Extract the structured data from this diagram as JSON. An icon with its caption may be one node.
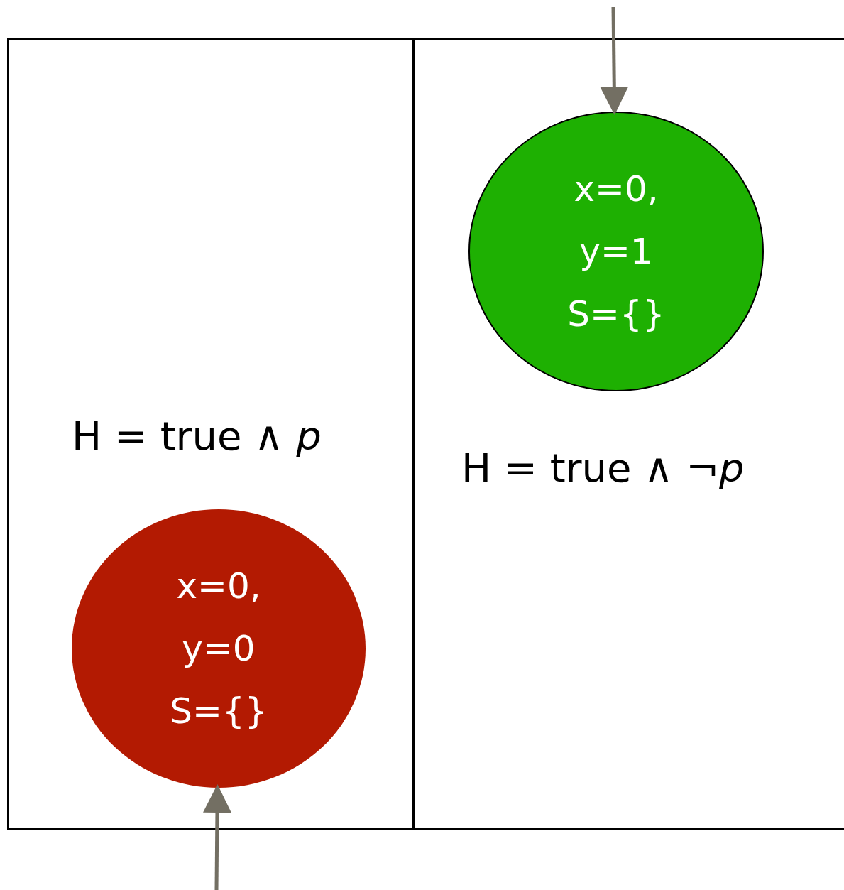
{
  "diagram": {
    "nodes": [
      {
        "text": [
          "H = true ∧ *p*"
        ]
      },
      {
        "text": [
          "x=0, y=0 S={}"
        ],
        "in": 0
      },
      {
        "text": [
          "H = true ∧  ¬*p*"
        ]
      },
      {
        "text": [
          "x=0, y=1 S={}"
        ],
        "in": 2
      }
    ],
    "edges": [
      {
        "from": null,
        "to": 3,
        "arrow": "to"
      },
      {
        "from": null,
        "to": 1,
        "arrow": "to"
      }
    ]
  }
}
